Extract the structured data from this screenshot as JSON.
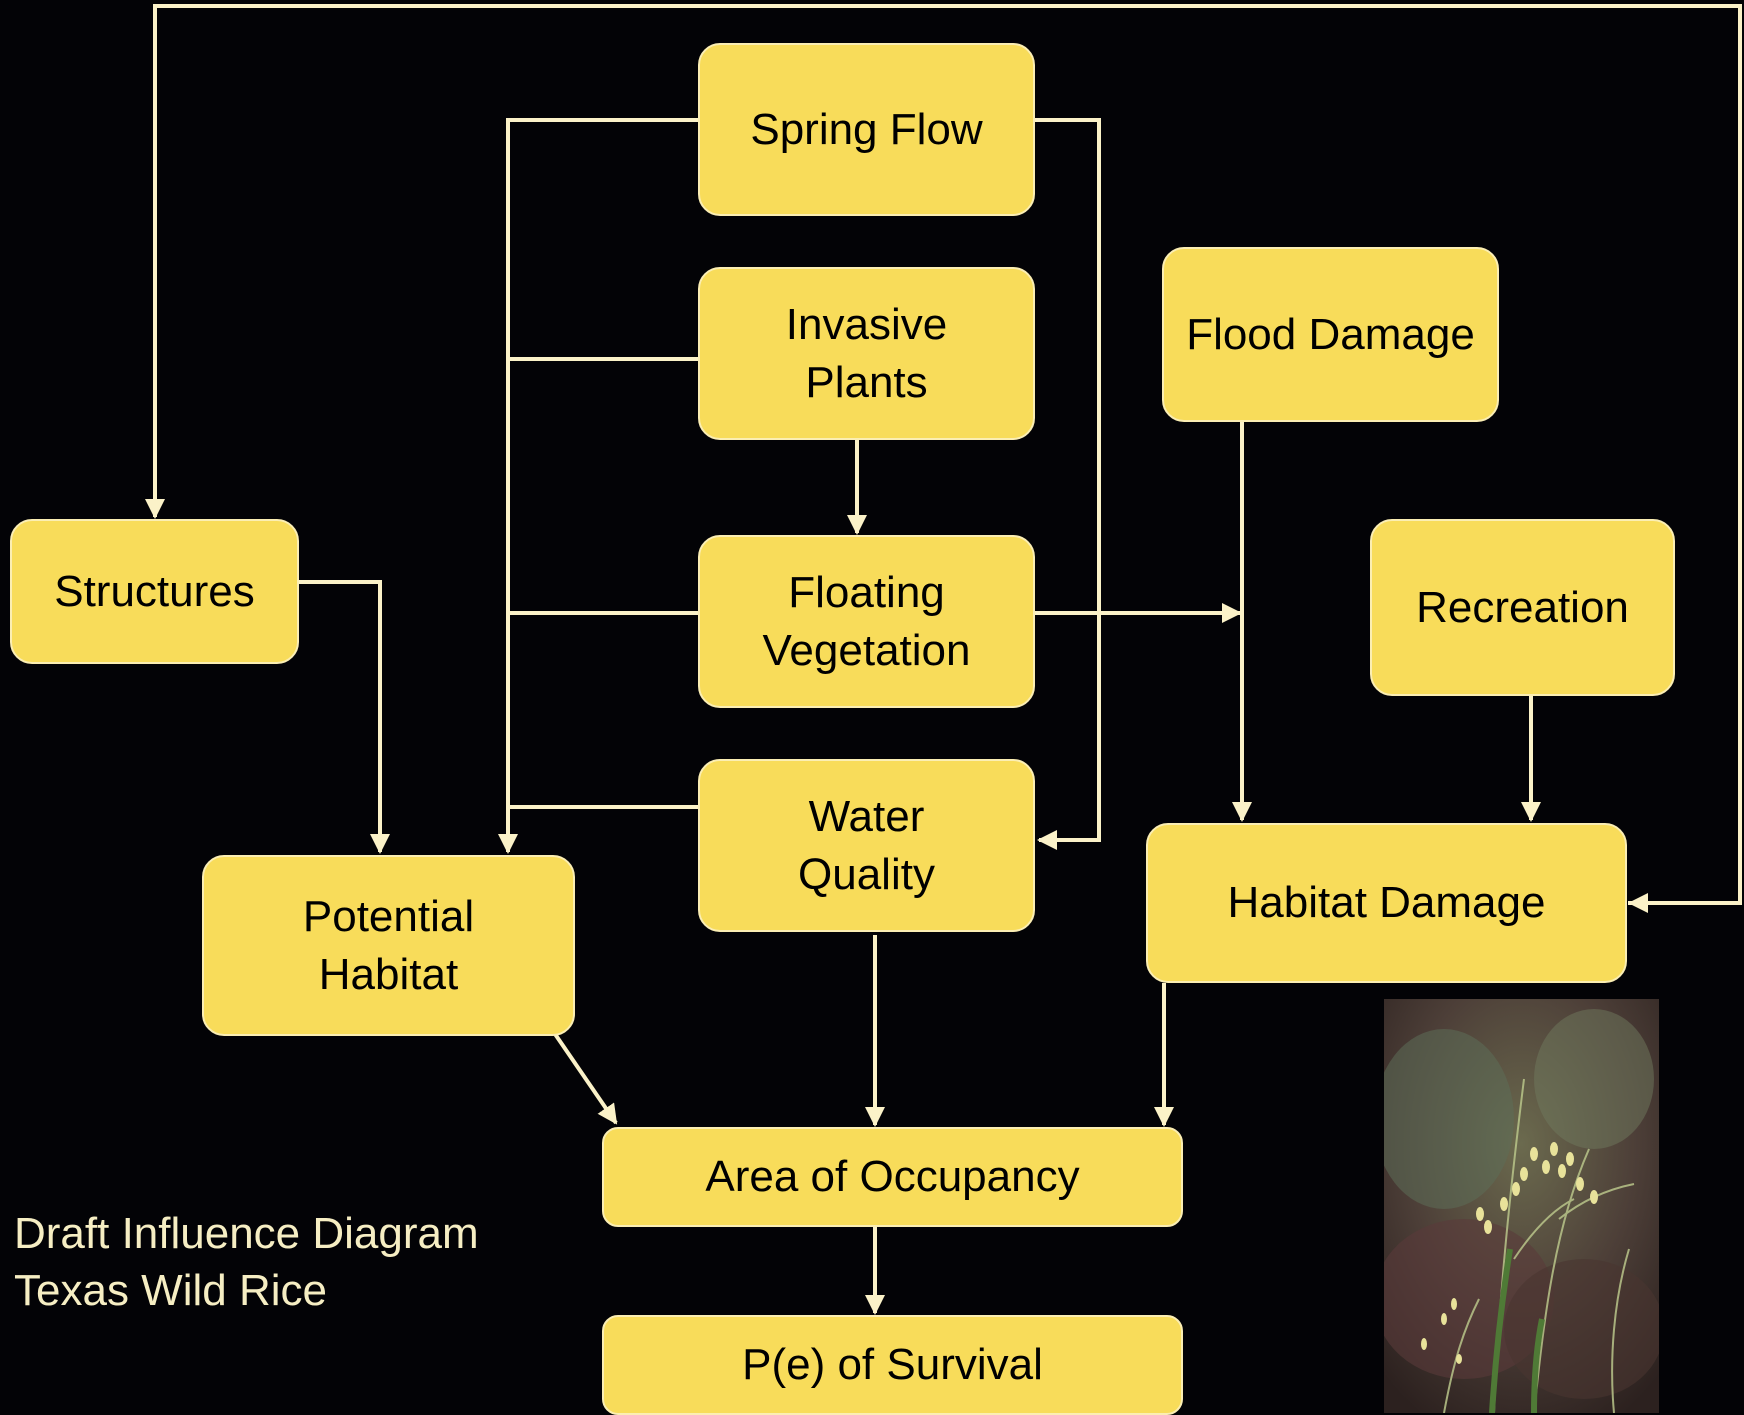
{
  "nodes": {
    "spring_flow": {
      "label": "Spring Flow"
    },
    "invasive_plants": {
      "line1": "Invasive",
      "line2": "Plants"
    },
    "flood_damage": {
      "label": "Flood Damage"
    },
    "structures": {
      "label": "Structures"
    },
    "floating_vegetation": {
      "line1": "Floating",
      "line2": "Vegetation"
    },
    "recreation": {
      "label": "Recreation"
    },
    "water_quality": {
      "line1": "Water",
      "line2": "Quality"
    },
    "potential_habitat": {
      "line1": "Potential",
      "line2": "Habitat"
    },
    "habitat_damage": {
      "label": "Habitat Damage"
    },
    "area_of_occupancy": {
      "label": "Area of Occupancy"
    },
    "survival": {
      "label": "P(e) of Survival"
    }
  },
  "caption": {
    "line1": "Draft Influence Diagram",
    "line2": "Texas Wild Rice"
  },
  "colors": {
    "background": "#030306",
    "node_fill": "#f8dc5a",
    "node_border": "#fbeeb3",
    "connector": "#fbf2c8",
    "caption_text": "#f6eec3"
  },
  "photo": {
    "subject": "texas-wild-rice-plant"
  }
}
